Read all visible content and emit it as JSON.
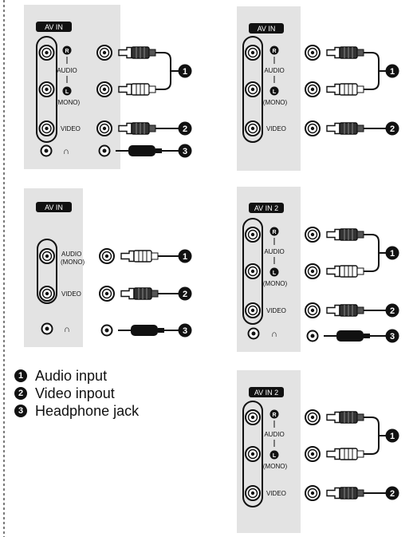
{
  "panels": [
    {
      "id": "panel-1",
      "label": "AV IN",
      "r_label": "R",
      "audio_label": "AUDIO",
      "l_label": "L",
      "mono_label": "(MONO)",
      "video_label": "VIDEO",
      "has_headphone": true
    },
    {
      "id": "panel-2",
      "label": "AV IN",
      "r_label": "R",
      "audio_label": "AUDIO",
      "l_label": "L",
      "mono_label": "(MONO)",
      "video_label": "VIDEO",
      "has_headphone": false
    },
    {
      "id": "panel-3",
      "label": "AV IN",
      "audio_label": "AUDIO",
      "mono_label": "(MONO)",
      "video_label": "VIDEO",
      "has_headphone": true
    },
    {
      "id": "panel-4",
      "label": "AV IN 2",
      "r_label": "R",
      "audio_label": "AUDIO",
      "l_label": "L",
      "mono_label": "(MONO)",
      "video_label": "VIDEO",
      "has_headphone": true
    },
    {
      "id": "panel-5",
      "label": "AV IN 2",
      "r_label": "R",
      "audio_label": "AUDIO",
      "l_label": "L",
      "mono_label": "(MONO)",
      "video_label": "VIDEO",
      "has_headphone": false
    }
  ],
  "callouts": [
    "1",
    "2",
    "3"
  ],
  "legend": [
    {
      "num": "1",
      "text": "Audio input"
    },
    {
      "num": "2",
      "text": "Video inpout"
    },
    {
      "num": "3",
      "text": "Headphone jack"
    }
  ],
  "colors": {
    "panel_bg": "#e3e3e3",
    "panel_dark": "#111111",
    "dashed_line": "#333333"
  }
}
